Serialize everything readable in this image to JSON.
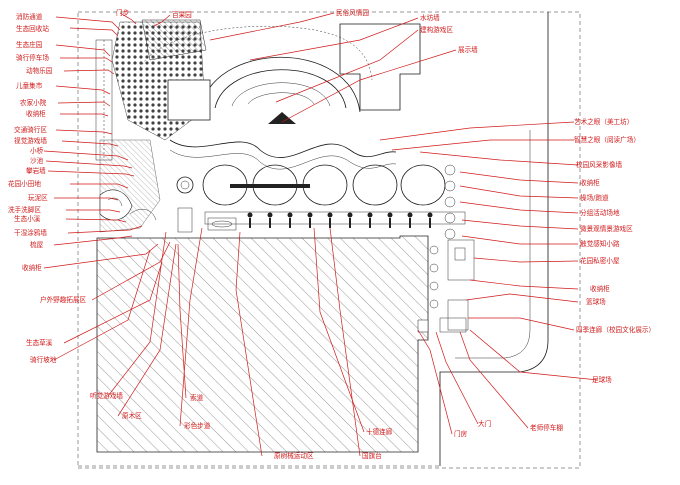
{
  "colors": {
    "label": "#d11a1a",
    "linework": "#1a1a1a",
    "hatch": "#555555",
    "background": "#ffffff"
  },
  "labels": {
    "xiaofang": "消防通道",
    "shengtai_huishou": "生态回收站",
    "shengtai_zhuangyuan": "生态庄园",
    "qixing_tingche": "骑行停车场",
    "dongwu_leyuan": "动物乐园",
    "ertong_jishi": "儿童集市",
    "nongjia_xiaoyuan": "农家小院",
    "shouna_gui_1": "收纳柜",
    "jiaotong_qixing": "交通骑行区",
    "shijue_youxi": "视觉游戏墙",
    "xiaoqiao": "小桥",
    "shachi": "沙池",
    "panyan_qiang": "攀岩墙",
    "huayuan_xiaotian": "花园小田地",
    "wanni": "玩泥区",
    "xishou": "洗手洗脚区",
    "shengtai_xiaoxi": "生态小溪",
    "ganhun": "干湿涂鸦墙",
    "tuowu": "梳屋",
    "shouna_gui_2": "收纳柜",
    "huwai_yeqi": "户外野趣拓展区",
    "shengtai_caoxi": "生态草溪",
    "qixing_podi": "骑行坡地",
    "tingjue_youxi": "听觉游戏墙",
    "yuanmu": "原木区",
    "suodao": "索道",
    "caise_budao": "彩色步道",
    "yuanshu_yundong": "原树械运动区",
    "guoqitai": "国旗台",
    "shijie_lianlang": "十德连廊",
    "menwei": "门房",
    "damen": "大门",
    "laoshi_tingche": "老师停车棚",
    "zuqiu": "足球场",
    "siji_lianlang": "四季连廊（校园文化展示）",
    "lanqiu": "篮球场",
    "shouna_gui_3": "收纳柜",
    "huayuan_sishi": "花园私密小屋",
    "chujue_ganzhi": "触觉感知小路",
    "weiguan_youxi": "微景观情景游戏区",
    "fenzu_huodong": "分组活动场地",
    "caochang": "操场/跑道",
    "shouna_gui_4": "收纳柜",
    "xiaoyuan_fengcai": "校园风采影像墙",
    "zhihui_zhiyan": "智慧之眼（阅读广场）",
    "yishu_zhiyan": "艺术之眼（美工坊）",
    "zhanshi_qiang": "展示墙",
    "jiangou_youxi": "建构游戏区",
    "shuiqiang": "水坊墙",
    "minsu_fengqing": "民俗风情园",
    "baiguo_yuan": "百果园",
    "dingbu": "门步"
  }
}
